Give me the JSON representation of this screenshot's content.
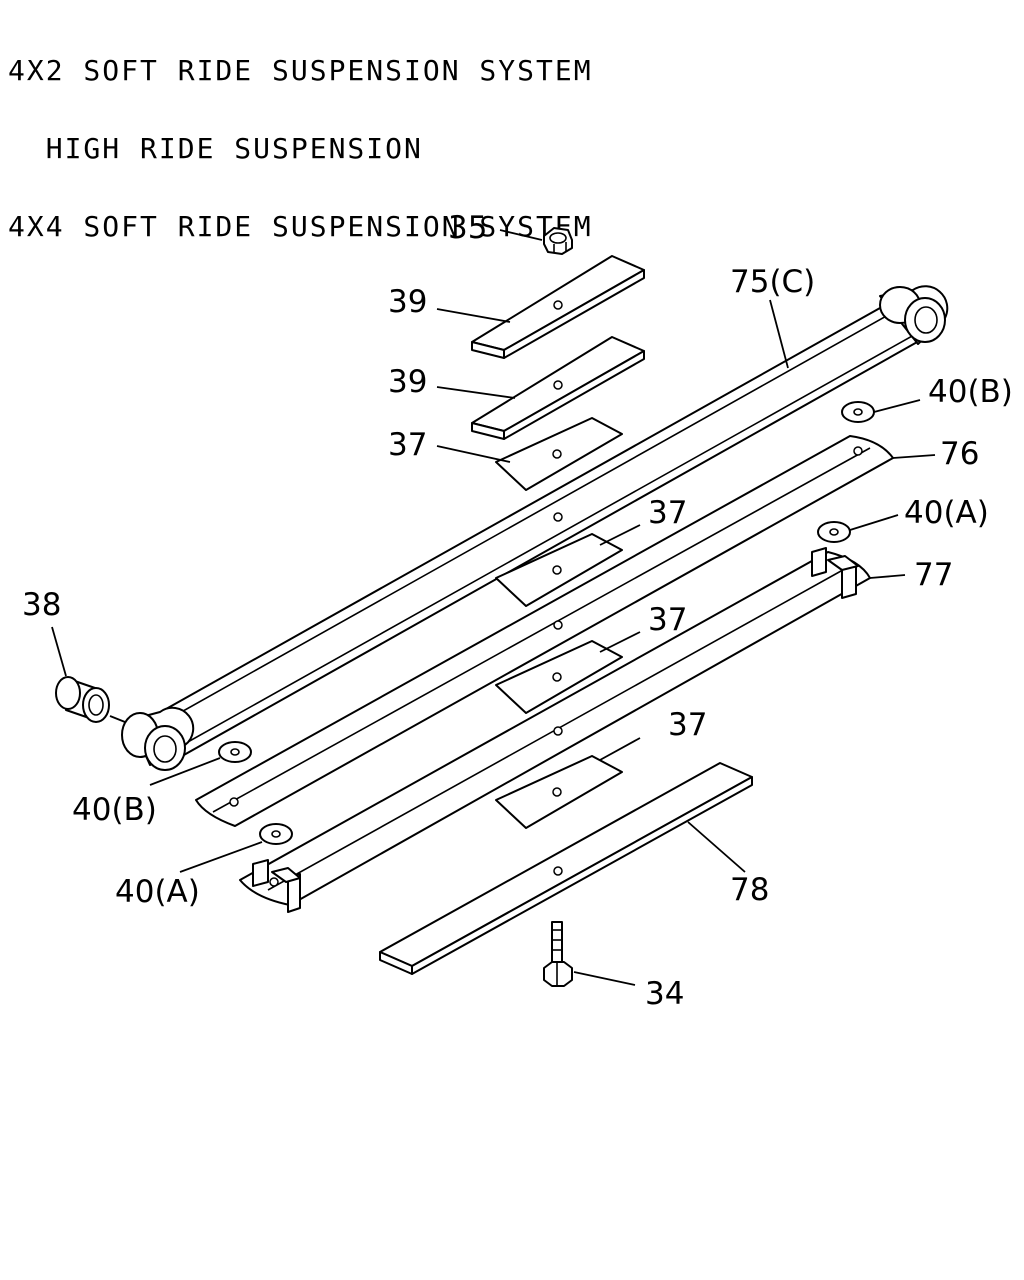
{
  "header": {
    "lines": [
      "4X2 SOFT RIDE SUSPENSION SYSTEM",
      "  HIGH RIDE SUSPENSION",
      "4X4 SOFT RIDE SUSPENSION SYSTEM"
    ]
  },
  "callouts": {
    "c35": "35",
    "c39a": "39",
    "c39b": "39",
    "c37a": "37",
    "c75": "75(C)",
    "c40b_right": "40(B)",
    "c76": "76",
    "c37b": "37",
    "c40a_right": "40(A)",
    "c77": "77",
    "c38": "38",
    "c37c": "37",
    "c37d": "37",
    "c40b_left": "40(B)",
    "c40a_left": "40(A)",
    "c78": "78",
    "c34": "34"
  }
}
